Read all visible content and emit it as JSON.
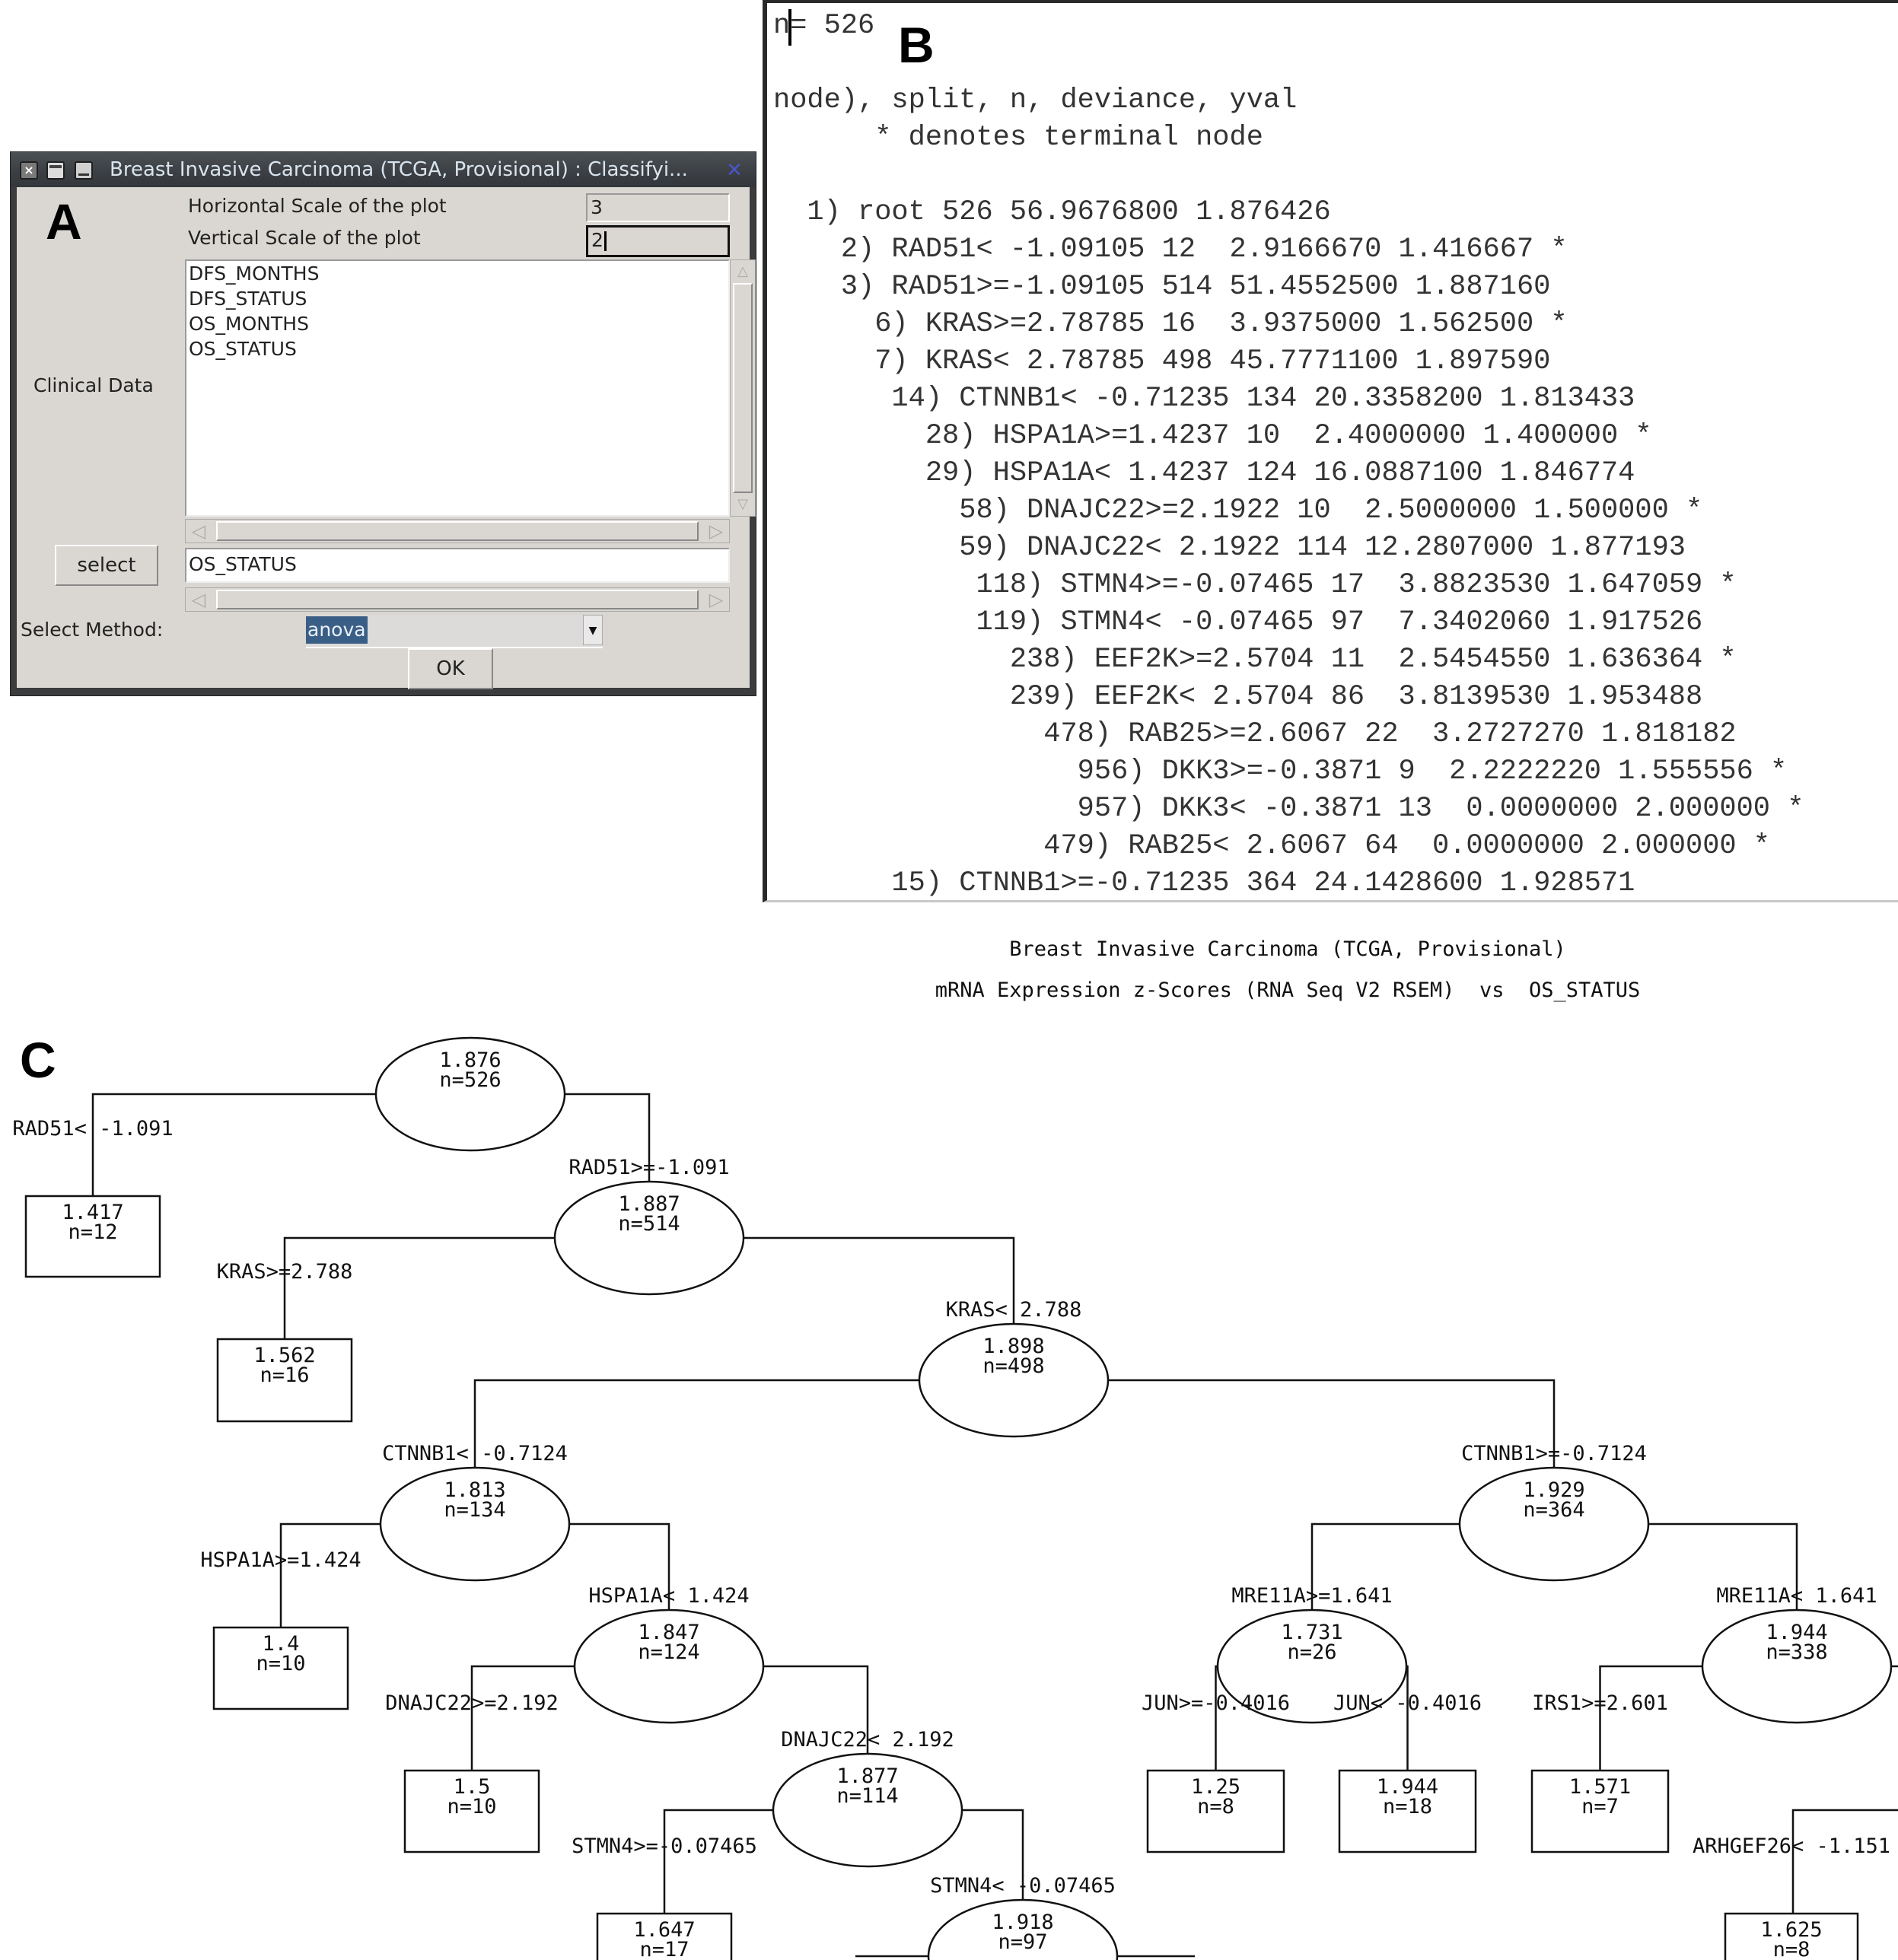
{
  "panels": {
    "a": "A",
    "b": "B",
    "c": "C"
  },
  "dialog": {
    "title": "Breast Invasive Carcinoma (TCGA, Provisional) : Classifyi...",
    "titlebar_icons": [
      "close-icon",
      "maximize-icon",
      "minimize-icon"
    ],
    "horizontal_scale": {
      "label": "Horizontal Scale of the plot",
      "value": "3"
    },
    "vertical_scale": {
      "label": "Vertical Scale of the plot",
      "value": "2"
    },
    "clinical_data": {
      "label": "Clinical Data",
      "items": [
        "DFS_MONTHS",
        "DFS_STATUS",
        "OS_MONTHS",
        "OS_STATUS"
      ]
    },
    "select_button": "select",
    "selected_value": "OS_STATUS",
    "method": {
      "label": "Select Method:",
      "value": "anova"
    },
    "ok_button": "OK"
  },
  "console": {
    "lines": [
      "n= 526",
      "",
      "node), split, n, deviance, yval",
      "      * denotes terminal node",
      "",
      "  1) root 526 56.9676800 1.876426",
      "    2) RAD51< -1.09105 12  2.9166670 1.416667 *",
      "    3) RAD51>=-1.09105 514 51.4552500 1.887160",
      "      6) KRAS>=2.78785 16  3.9375000 1.562500 *",
      "      7) KRAS< 2.78785 498 45.7771100 1.897590",
      "       14) CTNNB1< -0.71235 134 20.3358200 1.813433",
      "         28) HSPA1A>=1.4237 10  2.4000000 1.400000 *",
      "         29) HSPA1A< 1.4237 124 16.0887100 1.846774",
      "           58) DNAJC22>=2.1922 10  2.5000000 1.500000 *",
      "           59) DNAJC22< 2.1922 114 12.2807000 1.877193",
      "            118) STMN4>=-0.07465 17  3.8823530 1.647059 *",
      "            119) STMN4< -0.07465 97  7.3402060 1.917526",
      "              238) EEF2K>=2.5704 11  2.5454550 1.636364 *",
      "              239) EEF2K< 2.5704 86  3.8139530 1.953488",
      "                478) RAB25>=2.6067 22  3.2727270 1.818182",
      "                  956) DKK3>=-0.3871 9  2.2222220 1.555556 *",
      "                  957) DKK3< -0.3871 13  0.0000000 2.000000 *",
      "                479) RAB25< 2.6067 64  0.0000000 2.000000 *",
      "       15) CTNNB1>=-0.71235 364 24.1428600 1.928571"
    ]
  },
  "plot": {
    "title": "Breast Invasive Carcinoma (TCGA, Provisional)",
    "subtitle": "mRNA Expression z-Scores (RNA Seq V2 RSEM)  vs  OS_STATUS"
  },
  "tree": {
    "nodes": [
      {
        "id": "root",
        "value": "1.876",
        "n": "n=526",
        "terminal": false
      },
      {
        "id": "n2",
        "value": "1.417",
        "n": "n=12",
        "terminal": true,
        "split": "RAD51< -1.091"
      },
      {
        "id": "n3",
        "value": "1.887",
        "n": "n=514",
        "terminal": false,
        "split": "RAD51>=-1.091"
      },
      {
        "id": "n6",
        "value": "1.562",
        "n": "n=16",
        "terminal": true,
        "split": "KRAS>=2.788"
      },
      {
        "id": "n7",
        "value": "1.898",
        "n": "n=498",
        "terminal": false,
        "split": "KRAS< 2.788"
      },
      {
        "id": "n14",
        "value": "1.813",
        "n": "n=134",
        "terminal": false,
        "split": "CTNNB1< -0.7124"
      },
      {
        "id": "n15",
        "value": "1.929",
        "n": "n=364",
        "terminal": false,
        "split": "CTNNB1>=-0.7124"
      },
      {
        "id": "n28",
        "value": "1.4",
        "n": "n=10",
        "terminal": true,
        "split": "HSPA1A>=1.424"
      },
      {
        "id": "n29",
        "value": "1.847",
        "n": "n=124",
        "terminal": false,
        "split": "HSPA1A< 1.424"
      },
      {
        "id": "n30",
        "value": "1.731",
        "n": "n=26",
        "terminal": false,
        "split": "MRE11A>=1.641"
      },
      {
        "id": "n31",
        "value": "1.944",
        "n": "n=338",
        "terminal": false,
        "split": "MRE11A< 1.641"
      },
      {
        "id": "n58",
        "value": "1.5",
        "n": "n=10",
        "terminal": true,
        "split": "DNAJC22>=2.192"
      },
      {
        "id": "n59",
        "value": "1.877",
        "n": "n=114",
        "terminal": false,
        "split": "DNAJC22< 2.192"
      },
      {
        "id": "n60",
        "value": "1.25",
        "n": "n=8",
        "terminal": true,
        "split": "JUN>=-0.4016"
      },
      {
        "id": "n61",
        "value": "1.944",
        "n": "n=18",
        "terminal": true,
        "split": "JUN< -0.4016"
      },
      {
        "id": "n62",
        "value": "1.571",
        "n": "n=7",
        "terminal": true,
        "split": "IRS1>=2.601"
      },
      {
        "id": "n118",
        "value": "1.647",
        "n": "n=17",
        "terminal": true,
        "split": "STMN4>=-0.07465"
      },
      {
        "id": "n119",
        "value": "1.918",
        "n": "n=97",
        "terminal": false,
        "split": "STMN4< -0.07465"
      },
      {
        "id": "n126",
        "value": "1.625",
        "n": "n=8",
        "terminal": true,
        "split": "ARHGEF26< -1.151"
      }
    ]
  }
}
